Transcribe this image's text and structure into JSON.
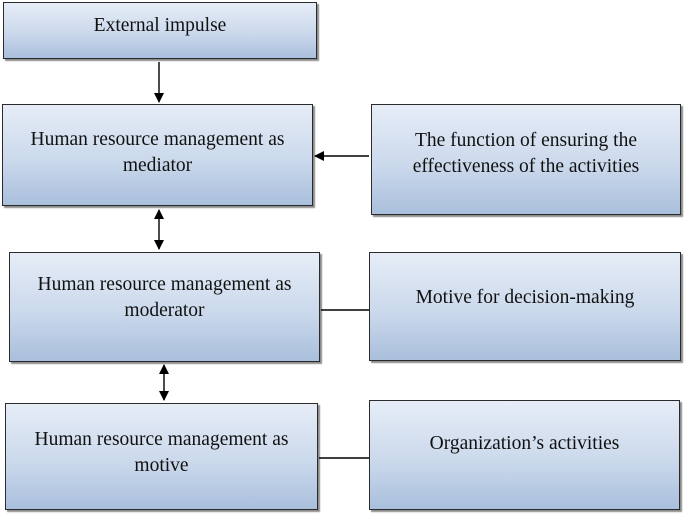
{
  "boxes": {
    "external_impulse": "External impulse",
    "hrm_mediator": "Human resource management as mediator",
    "hrm_moderator": "Human resource management as moderator",
    "hrm_motive": "Human resource management as motive",
    "function_effectiveness": "The function of ensuring the effectiveness of the activities",
    "motive_decision": "Motive for decision-making",
    "organization_activities": "Organization’s activities"
  },
  "colors": {
    "box_top": "#e6edf7",
    "box_bottom": "#a9bfdc",
    "border": "#2b2b2b",
    "line": "#000000"
  }
}
